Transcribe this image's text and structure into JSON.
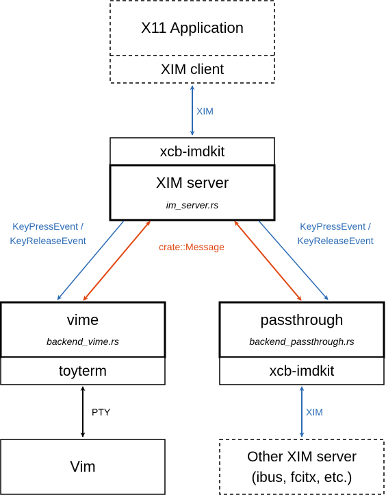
{
  "nodes": {
    "x11_app": "X11 Application",
    "xim_client": "XIM client",
    "xcb_imdkit_top": "xcb-imdkit",
    "xim_server": "XIM server",
    "im_server_file": "im_server.rs",
    "vime": "vime",
    "vime_file": "backend_vime.rs",
    "toyterm": "toyterm",
    "vim": "Vim",
    "passthrough": "passthrough",
    "passthrough_file": "backend_passthrough.rs",
    "xcb_imdkit_bottom": "xcb-imdkit",
    "other_xim_line1": "Other XIM server",
    "other_xim_line2": "(ibus, fcitx, etc.)"
  },
  "edges": {
    "xim_top": "XIM",
    "key_left_1": "KeyPressEvent /",
    "key_left_2": "KeyReleaseEvent",
    "key_right_1": "KeyPressEvent /",
    "key_right_2": "KeyReleaseEvent",
    "crate_message": "crate::Message",
    "pty": "PTY",
    "xim_bottom": "XIM"
  },
  "colors": {
    "blue": "#2b6bb5",
    "orange": "#e0450f",
    "black": "#000000"
  }
}
